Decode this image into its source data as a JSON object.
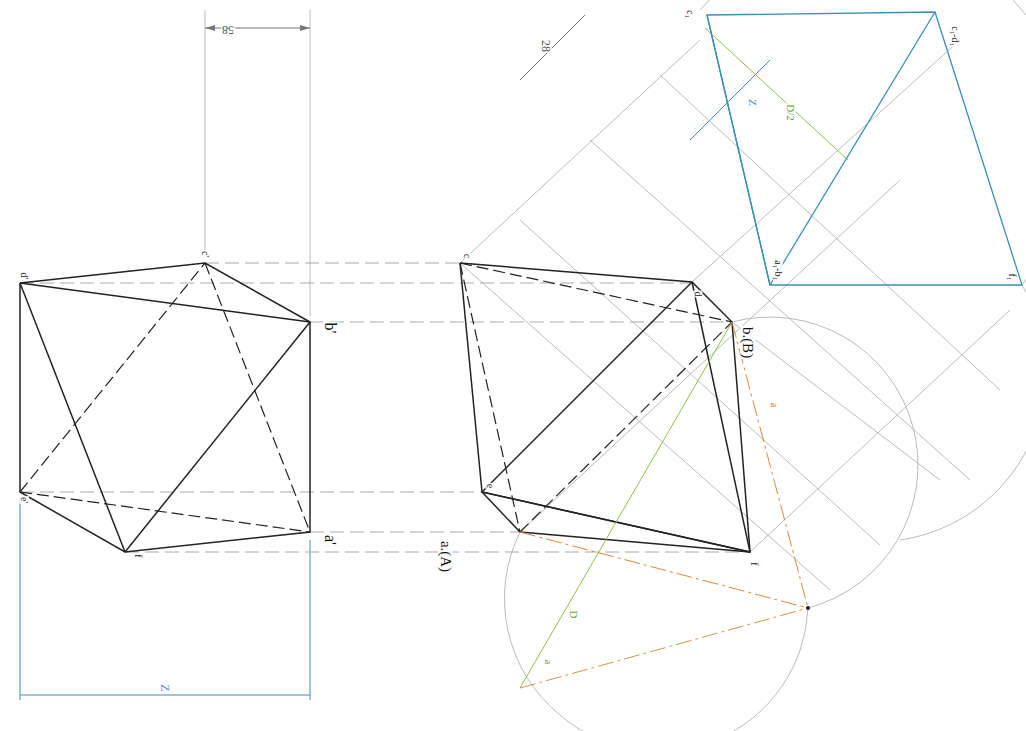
{
  "diagram": {
    "labels": [
      "58",
      "Z",
      "d'",
      "c'",
      "b'",
      "e'",
      "f",
      "a'",
      "c",
      "d",
      "b.(B)",
      "e",
      "a.(A)",
      "f",
      "D",
      "a",
      "a",
      "28",
      "c₁",
      "c₁-d₁",
      "Z",
      "D/2",
      "a₁-b₁",
      "f₁"
    ]
  }
}
